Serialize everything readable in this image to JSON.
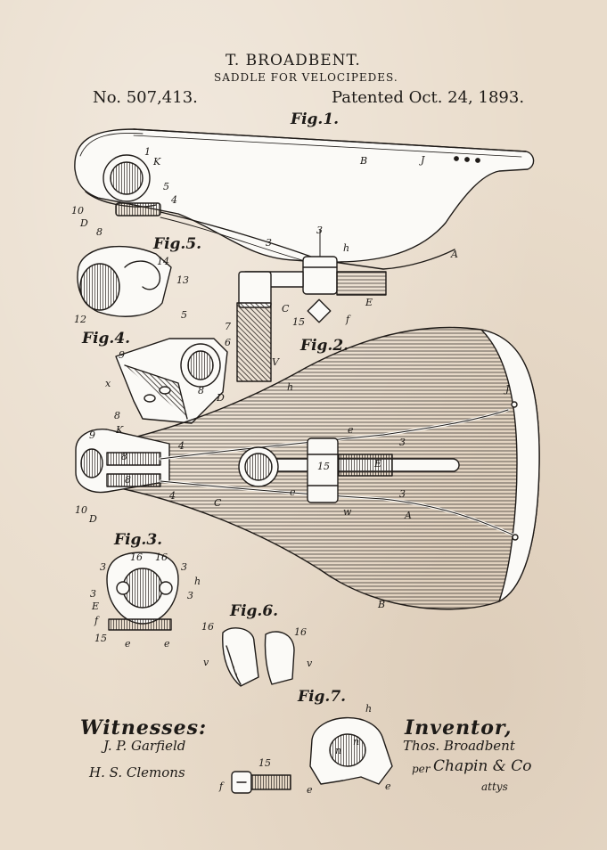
{
  "header": {
    "inventor": "T. BROADBENT.",
    "title": "SADDLE FOR VELOCIPEDES.",
    "number": "No. 507,413.",
    "patented": "Patented Oct. 24, 1893."
  },
  "figures": {
    "fig1": "Fig.1.",
    "fig2": "Fig.2.",
    "fig3": "Fig.3.",
    "fig4": "Fig.4.",
    "fig5": "Fig.5.",
    "fig6": "Fig.6.",
    "fig7": "Fig.7."
  },
  "labels": {
    "fig1": [
      "1",
      "K",
      "B",
      "J",
      "5",
      "4",
      "10",
      "D",
      "8",
      "3",
      "3",
      "h",
      "A",
      "C",
      "E",
      "V",
      "15",
      "f"
    ],
    "fig2": [
      "J",
      "h",
      "e",
      "3",
      "9",
      "K",
      "4",
      "8",
      "8",
      "4",
      "10",
      "D",
      "C",
      "15",
      "E",
      "e",
      "3",
      "w",
      "A",
      "B"
    ],
    "fig3": [
      "16",
      "16",
      "3",
      "3",
      "3",
      "h",
      "3",
      "E",
      "f",
      "15",
      "e",
      "e"
    ],
    "fig4": [
      "5",
      "7",
      "9",
      "6",
      "x",
      "8",
      "D",
      "8"
    ],
    "fig5": [
      "14",
      "13",
      "12"
    ],
    "fig6": [
      "16",
      "16",
      "v",
      "v"
    ],
    "fig7": [
      "h",
      "n",
      "n",
      "15",
      "f",
      "e",
      "e"
    ]
  },
  "footer": {
    "witnesses_heading": "Witnesses:",
    "inventor_heading": "Inventor,",
    "witness1": "J. P. Garfield",
    "witness2": "H. S. Clemons",
    "inventor_signature": "Thos. Broadbent",
    "attorney_prefix": "per",
    "attorney_signature": "Chapin & Co",
    "attorney_suffix": "attys"
  }
}
